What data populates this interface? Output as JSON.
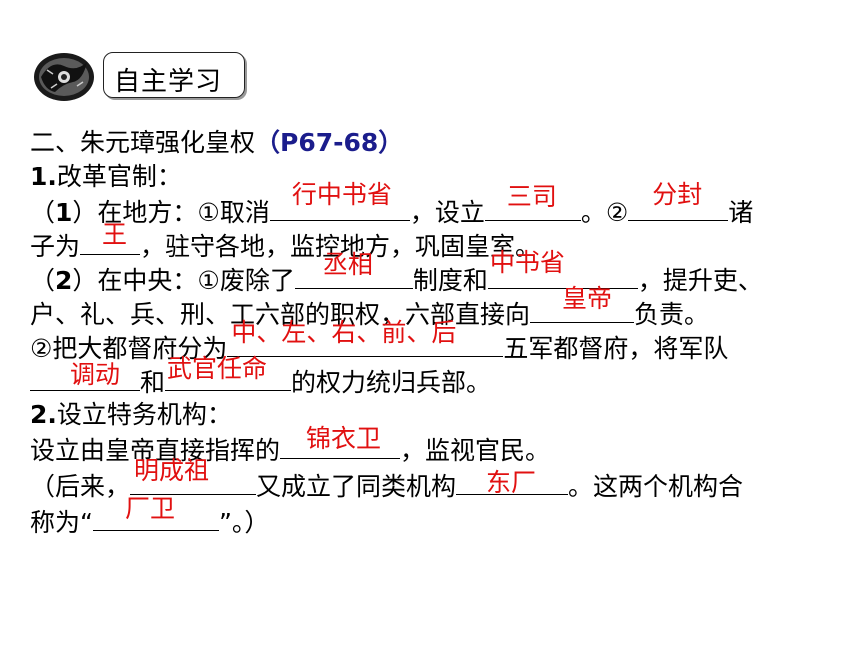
{
  "header": {
    "tag_label": "自主学习"
  },
  "section": {
    "heading": "二、朱元璋强化皇权",
    "page_ref": "（P67-68）"
  },
  "item1": {
    "num": "1.",
    "title": "改革官制：",
    "l1_a": "（",
    "l1_num": "1",
    "l1_b": "）在地方：①取消",
    "l1_c": "，设立",
    "l1_d": "。②",
    "l1_e": "诸",
    "l2_a": "子为",
    "l2_b": "，驻守各地，监控地方，巩固皇室。",
    "l3_a": "（",
    "l3_num": "2",
    "l3_b": "）在中央：①废除了",
    "l3_c": "制度和",
    "l3_d": "，提升吏、",
    "l4_a": "户、礼、兵、刑、工六部的职权，六部直接向",
    "l4_b": "负责。",
    "l5_a": "②把大都督府分为",
    "l5_b": "五军都督府，将军队",
    "l6_a": "和",
    "l6_b": "的权力统归兵部。"
  },
  "item2": {
    "num": "2.",
    "title": "设立特务机构：",
    "l1_a": "设立由皇帝直接指挥的",
    "l1_b": "，监视官民。",
    "l2_a": "（后来，",
    "l2_b": "又成立了同类机构",
    "l2_c": "。这两个机构合",
    "l3_a": "称为“",
    "l3_b": "”。）"
  },
  "answers": {
    "xingzhongshusheng": "行中书省",
    "sansi": "三司",
    "fenfeng": "分封",
    "wang": "王",
    "chengxiang": "丞相",
    "zhongshusheng": "中书省",
    "huangdi": "皇帝",
    "wujun": "中、左、右、前、后",
    "diaodong": "调动",
    "wuguan": "武官任命",
    "jinyiwei": "锦衣卫",
    "mingchengzu": "明成祖",
    "dongchang": "东厂",
    "changwei": "厂卫"
  },
  "colors": {
    "answer": "#e11010",
    "page_ref": "#1b1d8c"
  }
}
